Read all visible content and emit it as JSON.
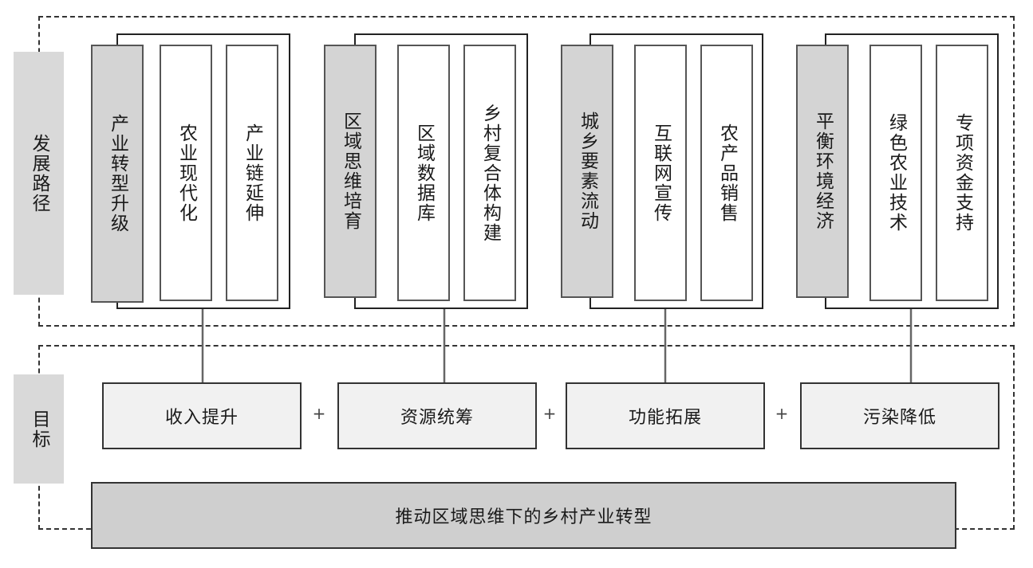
{
  "labels": {
    "development_path": "发展路径",
    "goal": "目标"
  },
  "groups": [
    {
      "main": "产业转型升级",
      "sub": [
        "农业现代化",
        "产业链延伸"
      ]
    },
    {
      "main": "区域思维培育",
      "sub": [
        "区域数据库",
        "乡村复合体构建"
      ]
    },
    {
      "main": "城乡要素流动",
      "sub": [
        "互联网宣传",
        "农产品销售"
      ]
    },
    {
      "main": "平衡环境经济",
      "sub": [
        "绿色农业技术",
        "专项资金支持"
      ]
    }
  ],
  "goals": [
    "收入提升",
    "资源统筹",
    "功能拓展",
    "污染降低"
  ],
  "plus_sign": "+",
  "bottom_bar": "推动区域思维下的乡村产业转型",
  "colors": {
    "side_fill": "#d9d9d9",
    "main_fill": "#d4d4d4",
    "goal_fill": "#f1f1f1",
    "bottom_fill": "#cfcfcf",
    "arrow": "#666666"
  }
}
